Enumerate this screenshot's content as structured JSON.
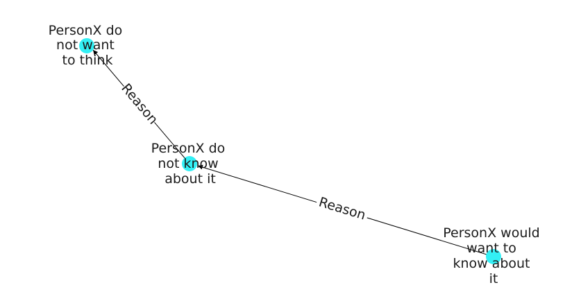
{
  "graph": {
    "node_color": "#33f0f5",
    "edge_color": "#000000",
    "nodes": [
      {
        "id": "n1",
        "label_lines": [
          "PersonX do",
          "not want",
          "to think"
        ]
      },
      {
        "id": "n2",
        "label_lines": [
          "PersonX do",
          "not know",
          "about it"
        ]
      },
      {
        "id": "n3",
        "label_lines": [
          "PersonX would",
          "want to",
          "know about",
          "it"
        ]
      }
    ],
    "edges": [
      {
        "from": "n2",
        "to": "n1",
        "label": "Reason"
      },
      {
        "from": "n3",
        "to": "n2",
        "label": "Reason"
      }
    ]
  }
}
